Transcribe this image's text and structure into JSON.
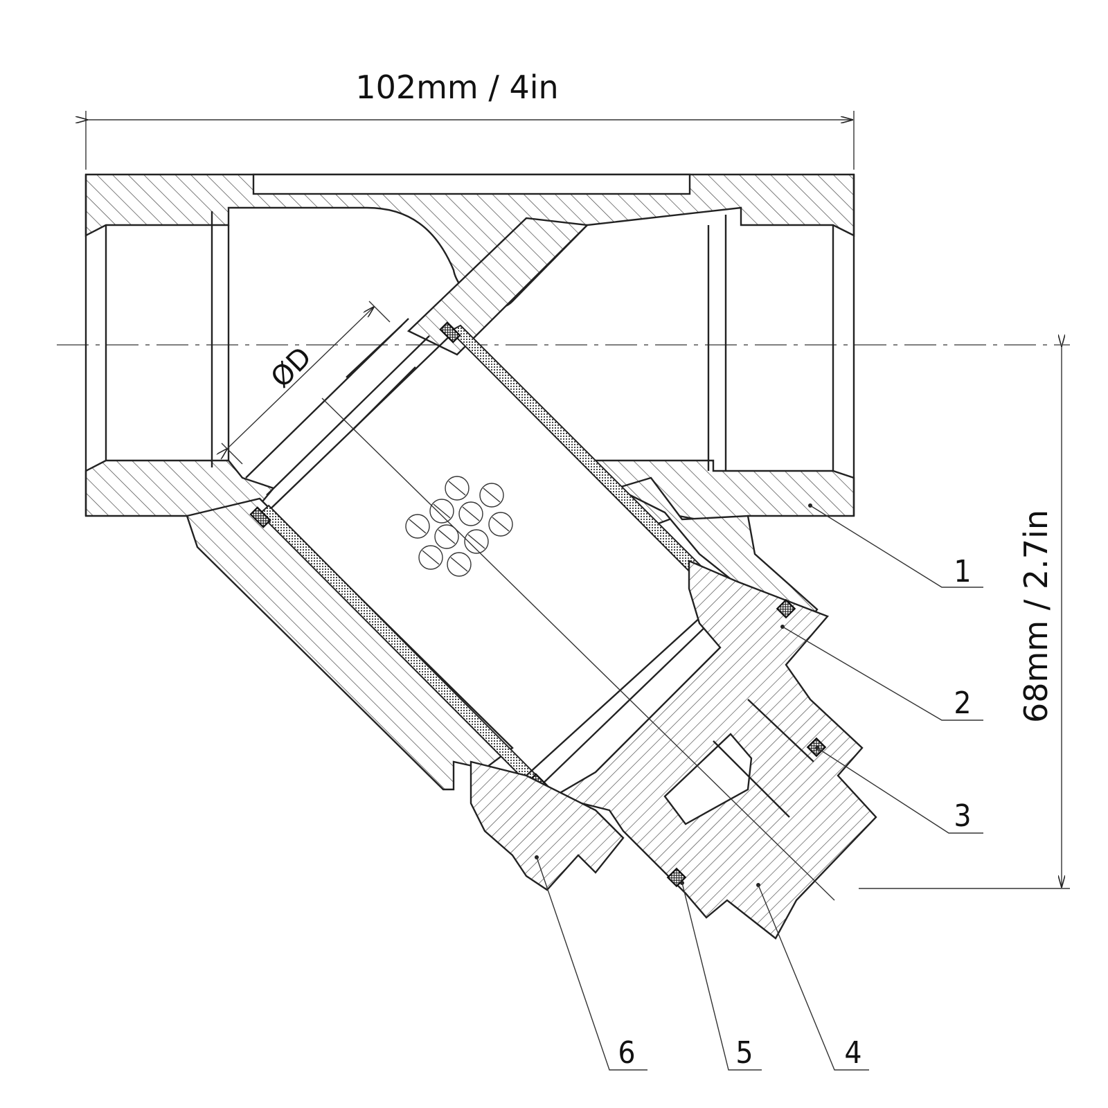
{
  "dimensions": {
    "width_label": "102mm / 4in",
    "height_label": "68mm / 2.7in",
    "diameter_label": "ØD"
  },
  "callouts": {
    "p1": "1",
    "p2": "2",
    "p3": "3",
    "p4": "4",
    "p5": "5",
    "p6": "6"
  },
  "colors": {
    "line": "#222222",
    "background": "#ffffff"
  }
}
